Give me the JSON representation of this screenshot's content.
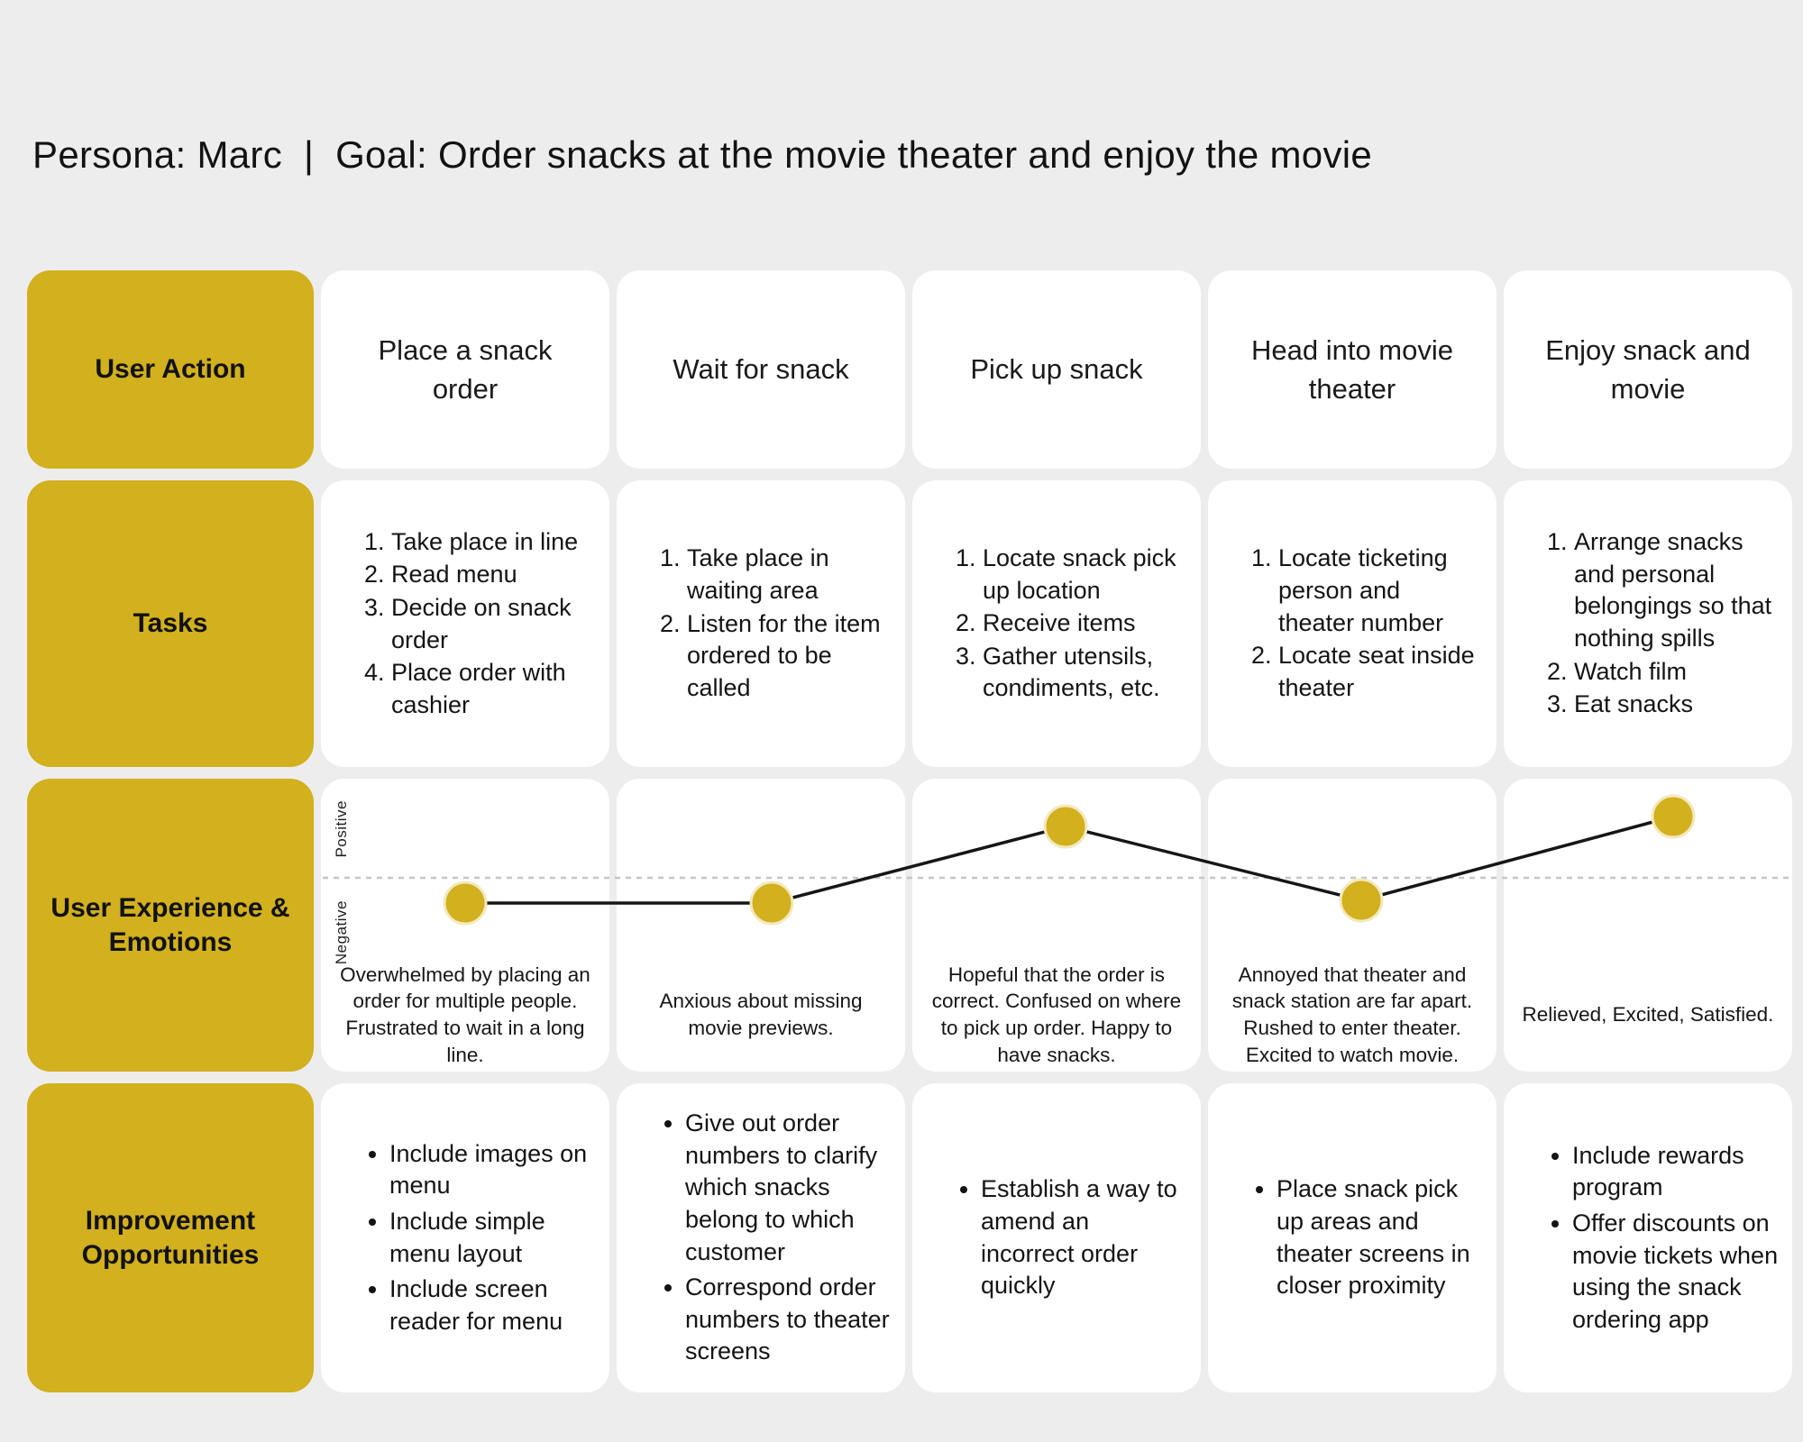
{
  "title": "Persona: Marc  |  Goal: Order snacks at the movie theater and enjoy the movie",
  "row_labels": {
    "user_action": "User Action",
    "tasks": "Tasks",
    "emotions": "User Experience & Emotions",
    "improvements": "Improvement Opportunities"
  },
  "columns": [
    {
      "action": "Place a snack order",
      "tasks": [
        "Take place in line",
        "Read menu",
        "Decide on snack order",
        "Place order with cashier"
      ],
      "emotion_text": "Overwhelmed by placing an order for multiple people. Frustrated to wait in a long line.",
      "improvements": [
        "Include images on menu",
        "Include simple menu layout",
        "Include screen reader for menu"
      ]
    },
    {
      "action": "Wait for snack",
      "tasks": [
        "Take place in waiting area",
        "Listen for the item ordered to be called"
      ],
      "emotion_text": "Anxious about missing movie previews.",
      "improvements": [
        "Give out order numbers to clarify which snacks belong to which customer",
        "Correspond order numbers to theater screens"
      ]
    },
    {
      "action": "Pick up snack",
      "tasks": [
        "Locate snack pick up location",
        "Receive items",
        "Gather utensils, condiments, etc."
      ],
      "emotion_text": "Hopeful that the order is correct. Confused on where to pick up order. Happy to have snacks.",
      "improvements": [
        "Establish a way to amend an incorrect order quickly"
      ]
    },
    {
      "action": "Head into movie theater",
      "tasks": [
        "Locate ticketing person and theater number",
        "Locate seat inside theater"
      ],
      "emotion_text": "Annoyed that theater and snack station are far apart. Rushed to enter theater. Excited to watch movie.",
      "improvements": [
        "Place snack pick up areas and theater screens in closer proximity"
      ]
    },
    {
      "action": "Enjoy snack and movie",
      "tasks": [
        "Arrange snacks and personal belongings so that nothing spills",
        "Watch film",
        "Eat snacks"
      ],
      "emotion_text": "Relieved, Excited, Satisfied.",
      "improvements": [
        "Include rewards program",
        "Offer discounts on movie tickets when using the snack ordering app"
      ]
    }
  ],
  "emotion_chart": {
    "type": "line",
    "axis_label_positive": "Positive",
    "axis_label_negative": "Negative",
    "stages": [
      "Place a snack order",
      "Wait for snack",
      "Pick up snack",
      "Head into movie theater",
      "Enjoy snack and movie"
    ],
    "values": [
      -0.28,
      -0.28,
      0.57,
      -0.25,
      0.68
    ],
    "baseline": 0,
    "dot_color": "#d2b01e",
    "dot_halo_color": "#f3e9bd",
    "line_color": "#161616",
    "baseline_color": "#c6c6c6"
  },
  "colors": {
    "gold": "#d2b01e",
    "background": "#ededed",
    "card": "#ffffff"
  }
}
